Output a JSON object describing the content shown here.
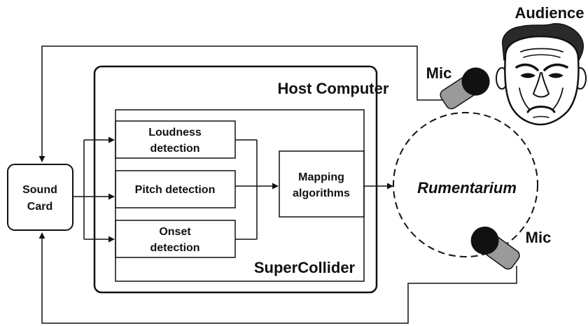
{
  "labels": {
    "audience": "Audience",
    "mic_top": "Mic",
    "mic_bottom": "Mic",
    "host_computer": "Host Computer",
    "supercollider": "SuperCollider",
    "sound_card_line1": "Sound",
    "sound_card_line2": "Card",
    "loudness_line1": "Loudness",
    "loudness_line2": "detection",
    "pitch": "Pitch detection",
    "onset_line1": "Onset",
    "onset_line2": "detection",
    "mapping_line1": "Mapping",
    "mapping_line2": "algorithms",
    "rumentarium": "Rumentarium"
  },
  "icons": {
    "audience": "grumpy-face-icon",
    "microphone": "microphone-icon"
  },
  "colors": {
    "stroke": "#111111",
    "mic_head": "#111111",
    "mic_body": "#9a9a9a",
    "background": "#ffffff"
  }
}
